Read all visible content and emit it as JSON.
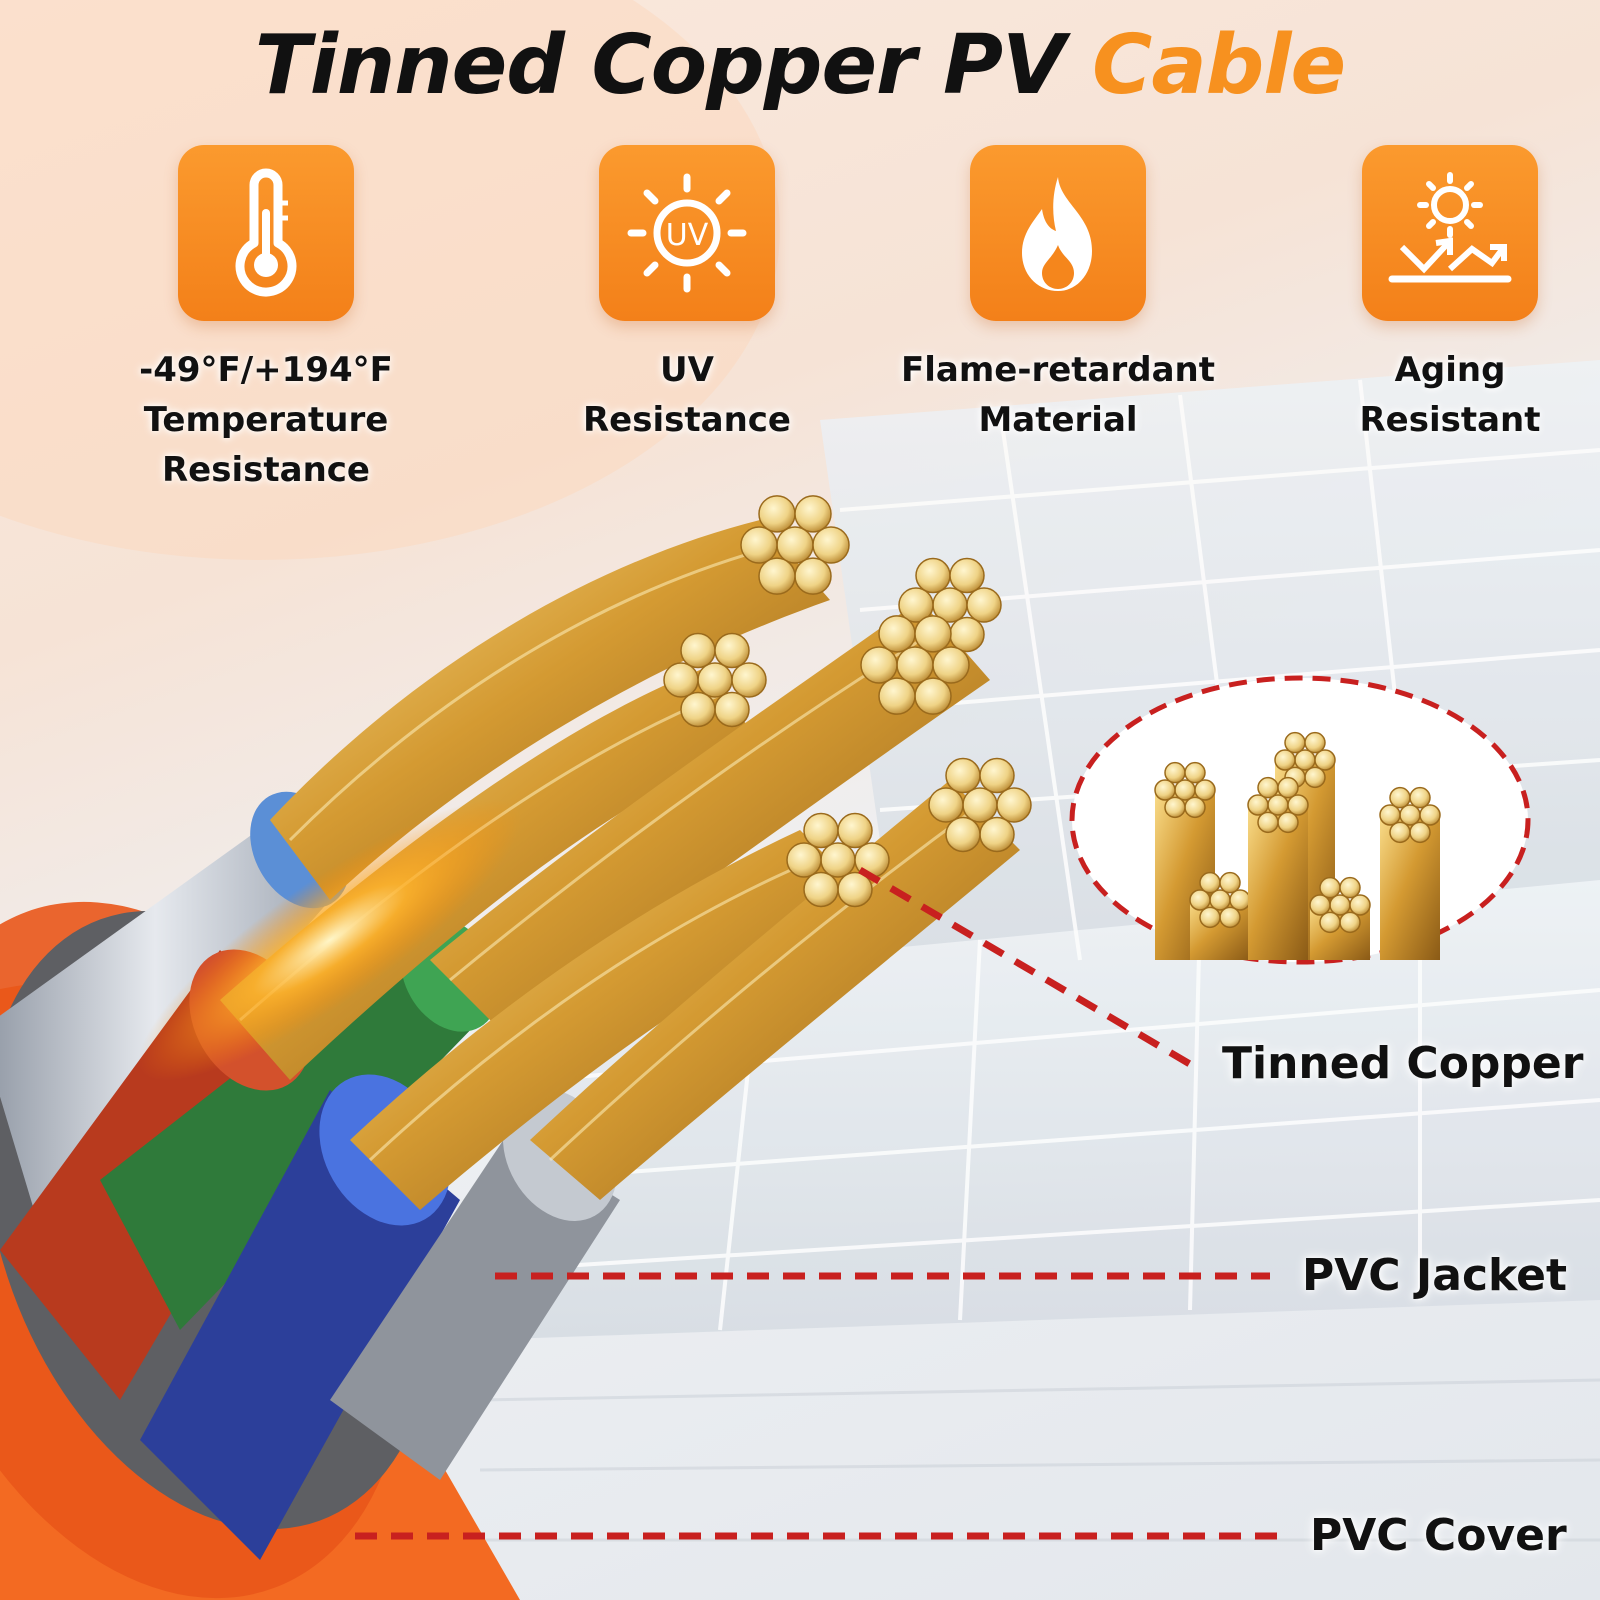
{
  "title": {
    "main": "Tinned Copper PV",
    "accent": "Cable"
  },
  "features": [
    {
      "icon": "thermometer-icon",
      "line1": "-49°F/+194°F",
      "line2": "Temperature Resistance"
    },
    {
      "icon": "uv-sun-icon",
      "line1": "UV",
      "line2": "Resistance"
    },
    {
      "icon": "flame-icon",
      "line1": "Flame-retardant",
      "line2": "Material"
    },
    {
      "icon": "sun-aging-icon",
      "line1": "Aging",
      "line2": "Resistant"
    }
  ],
  "icon_uv_text": "UV",
  "callouts": {
    "copper": "Tinned Copper",
    "jacket": "PVC Jacket",
    "cover": "PVC Cover"
  },
  "colors": {
    "accent": "#f7911f",
    "dash": "#c8201f",
    "cover": "#f36a22"
  }
}
